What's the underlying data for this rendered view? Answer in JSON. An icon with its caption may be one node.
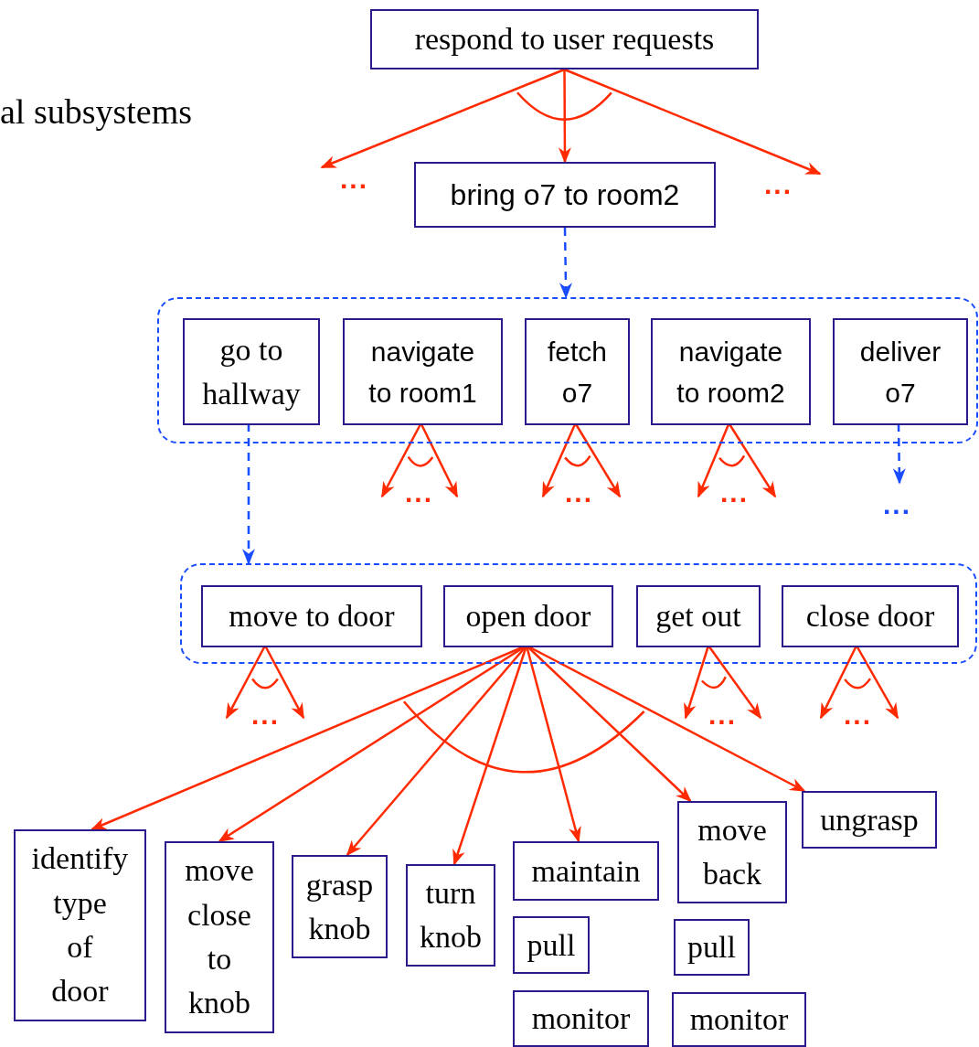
{
  "diagram": {
    "nodes": [
      {
        "text": [
          "respond to user requests"
        ]
      },
      {
        "text": [
          "bring o7 to room2"
        ]
      },
      {
        "text": [],
        "shape": "box"
      },
      {
        "text": [
          "go to hallway"
        ],
        "in": 2
      },
      {
        "text": [
          "navigate to room1"
        ],
        "in": 2
      },
      {
        "text": [
          "fetch o7"
        ],
        "in": 2
      },
      {
        "text": [
          "navigate to room2"
        ],
        "in": 2
      },
      {
        "text": [
          "deliver o7"
        ],
        "in": 2
      },
      {
        "text": [],
        "shape": "box"
      },
      {
        "text": [
          "move to door"
        ],
        "in": 8
      },
      {
        "text": [
          "open door"
        ],
        "in": 8
      },
      {
        "text": [
          "get out"
        ],
        "in": 8
      },
      {
        "text": [
          "close door"
        ],
        "in": 8
      },
      {
        "text": [
          "identify type of door"
        ]
      },
      {
        "text": [
          "move close to knob"
        ]
      },
      {
        "text": [
          "grasp knob"
        ]
      },
      {
        "text": [
          "turn knob"
        ]
      },
      {
        "text": [
          "maintain"
        ]
      },
      {
        "text": [
          "pull"
        ]
      },
      {
        "text": [
          "monitor"
        ]
      },
      {
        "text": [
          "move back"
        ]
      },
      {
        "text": [
          "pull"
        ]
      },
      {
        "text": [
          "monitor"
        ]
      },
      {
        "text": [
          "ungrasp"
        ]
      }
    ],
    "edges": [
      {
        "from": 0,
        "to": null,
        "arrow": "to"
      },
      {
        "from": 0,
        "to": 1,
        "arrow": "to"
      },
      {
        "from": 0,
        "to": null,
        "arrow": "to"
      },
      {
        "from": 1,
        "to": 2,
        "arrow": "to",
        "style": "dashed",
        "color": "#1a4cff"
      },
      {
        "from": 3,
        "to": 8,
        "arrow": "to",
        "style": "dashed",
        "color": "#1a4cff"
      },
      {
        "from": 4,
        "to": null,
        "arrow": "to"
      },
      {
        "from": 4,
        "to": null,
        "arrow": "to"
      },
      {
        "from": 5,
        "to": null,
        "arrow": "to"
      },
      {
        "from": 5,
        "to": null,
        "arrow": "to"
      },
      {
        "from": 6,
        "to": null,
        "arrow": "to"
      },
      {
        "from": 6,
        "to": null,
        "arrow": "to"
      },
      {
        "from": 7,
        "to": null,
        "arrow": "to",
        "style": "dashed",
        "color": "#1a4cff"
      },
      {
        "from": 9,
        "to": null,
        "arrow": "to"
      },
      {
        "from": 9,
        "to": null,
        "arrow": "to"
      },
      {
        "from": 10,
        "to": 13,
        "arrow": "to"
      },
      {
        "from": 10,
        "to": 14,
        "arrow": "to"
      },
      {
        "from": 10,
        "to": 15,
        "arrow": "to"
      },
      {
        "from": 10,
        "to": 16,
        "arrow": "to"
      },
      {
        "from": 10,
        "to": 17,
        "arrow": "to"
      },
      {
        "from": 10,
        "to": 20,
        "arrow": "to"
      },
      {
        "from": 10,
        "to": 23,
        "arrow": "to"
      },
      {
        "from": 11,
        "to": null,
        "arrow": "to"
      },
      {
        "from": 11,
        "to": null,
        "arrow": "to"
      },
      {
        "from": 12,
        "to": null,
        "arrow": "to"
      },
      {
        "from": 12,
        "to": null,
        "arrow": "to"
      }
    ],
    "labels": [
      "al subsystems",
      "...",
      "...",
      "...",
      "...",
      "...",
      "...",
      "...",
      "...",
      "..."
    ]
  }
}
